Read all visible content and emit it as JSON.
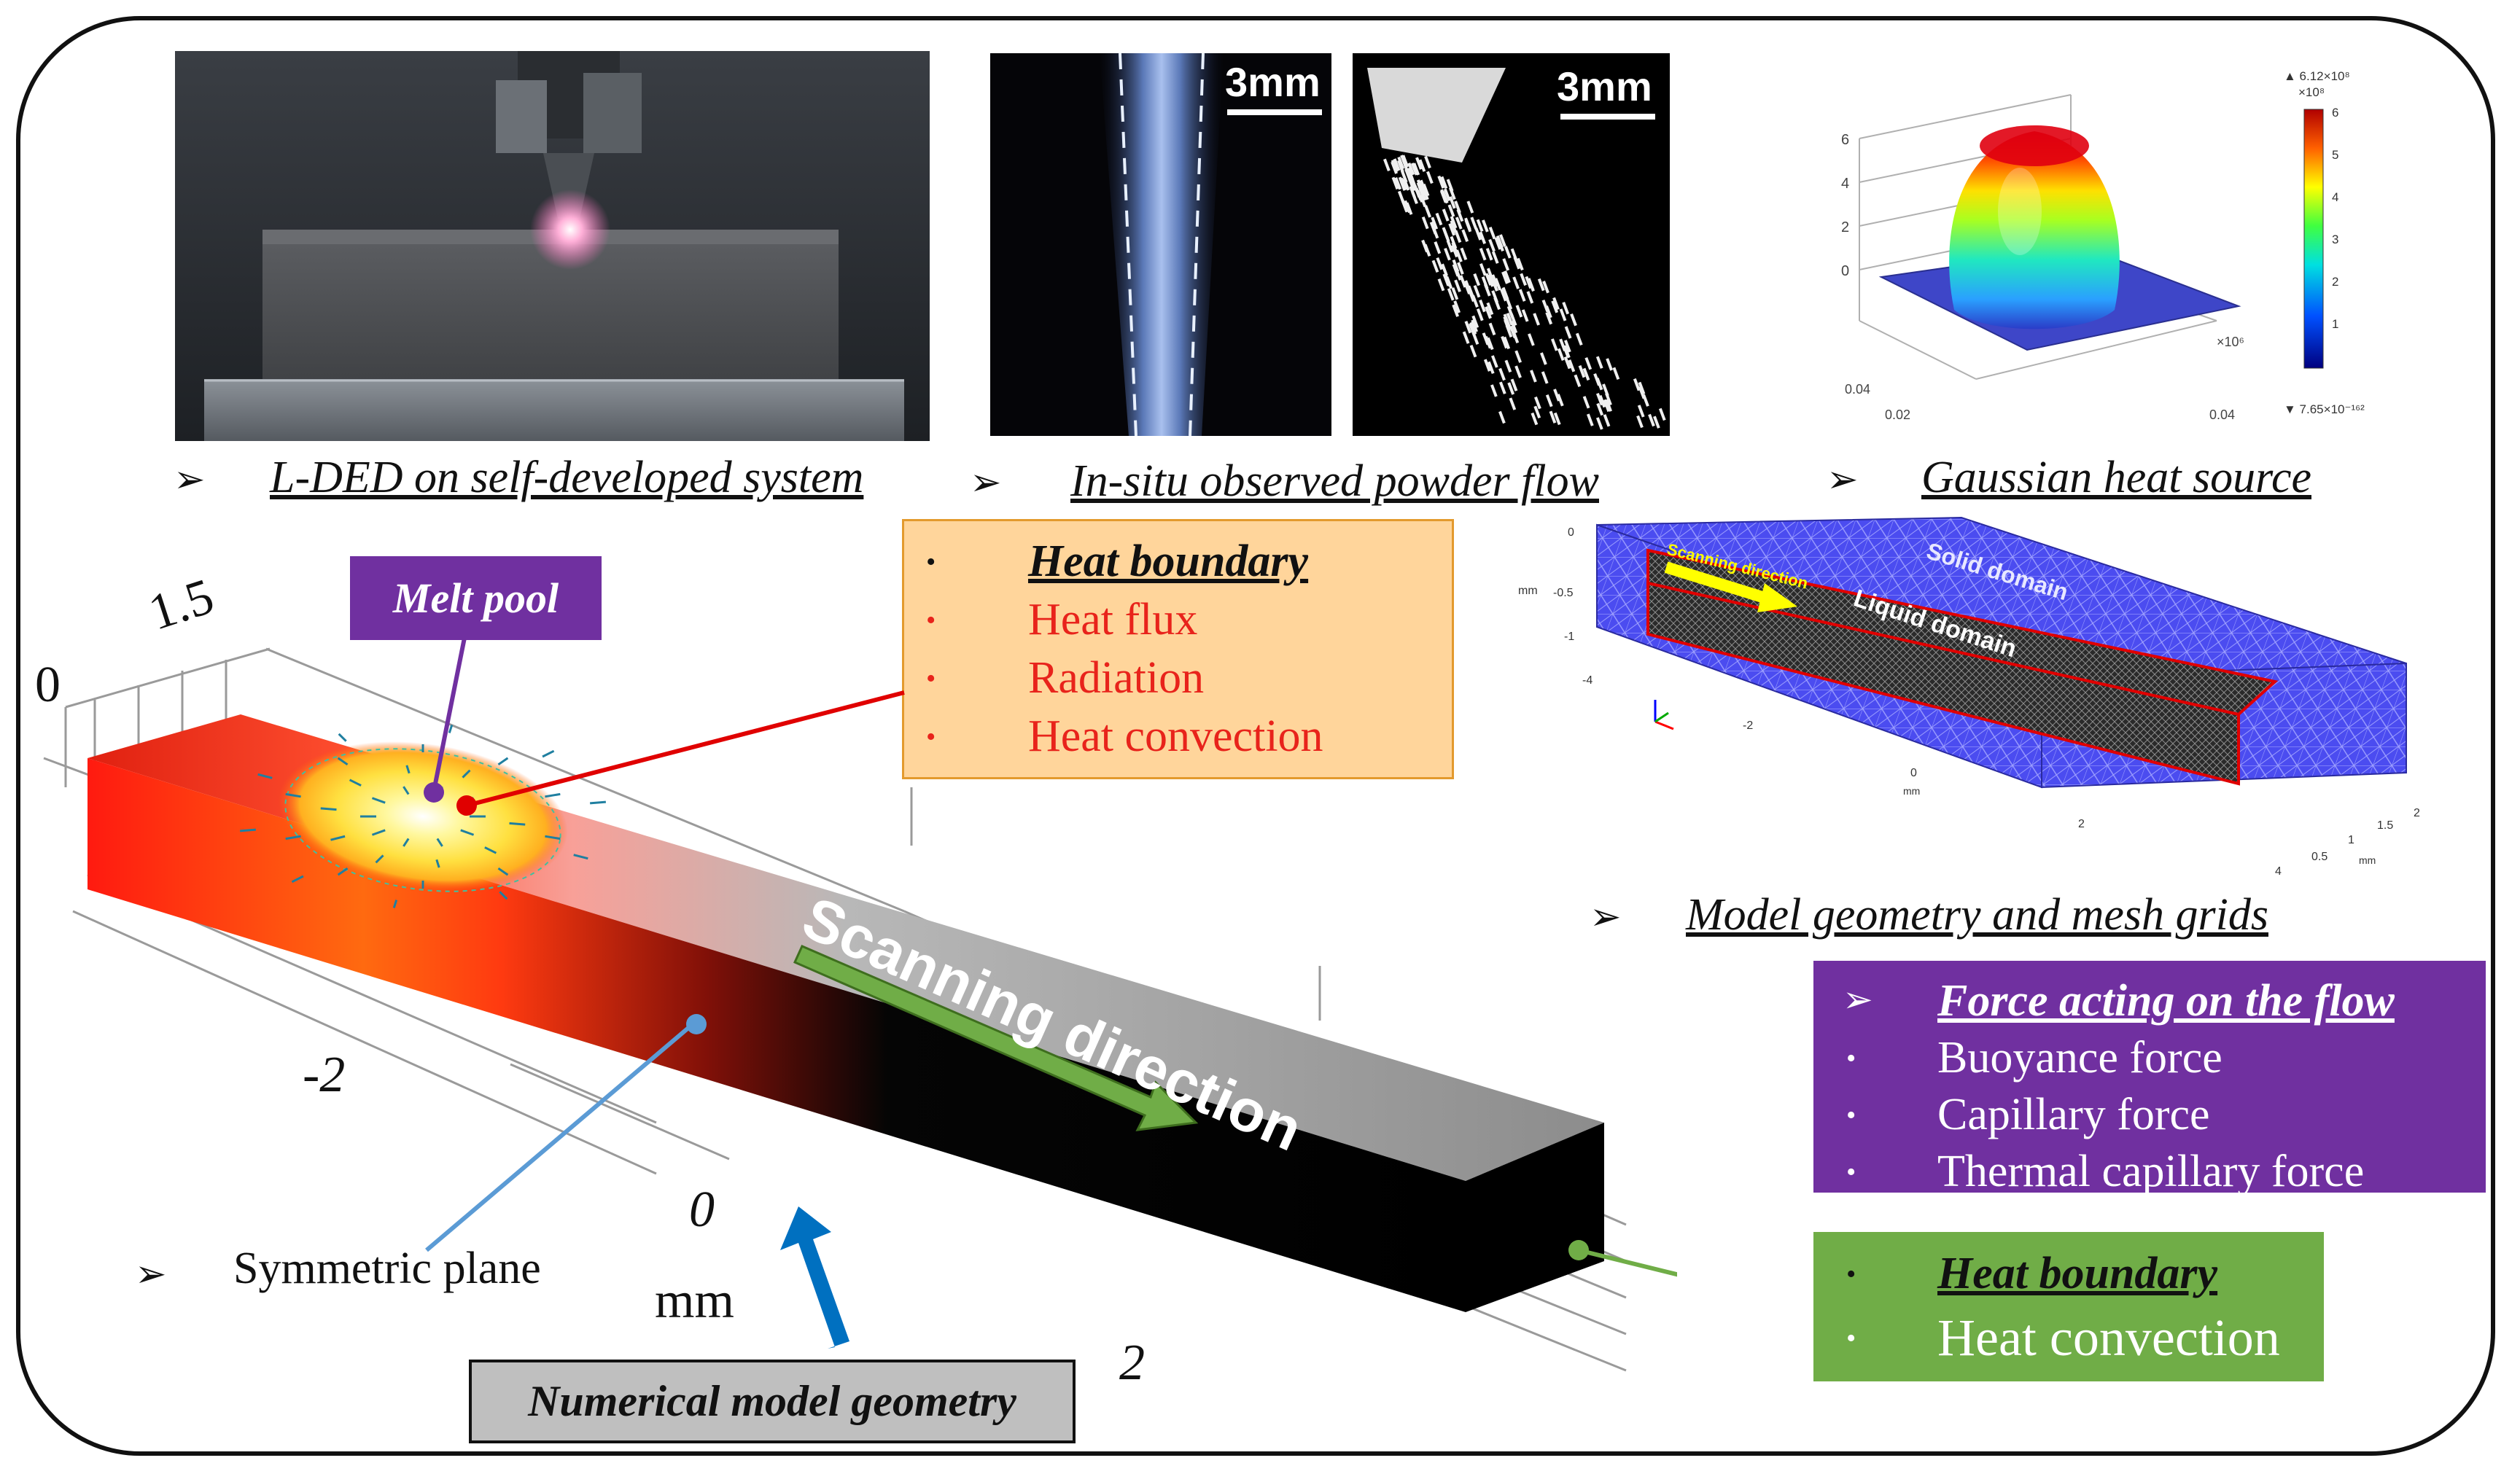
{
  "photos": {
    "ded_caption": "L-DED  on self-developed system",
    "powder_caption": "In-situ observed powder flow",
    "scale_left": "3mm",
    "scale_right": "3mm",
    "gaussian_caption": "Gaussian heat source",
    "gaussian_max": "▲ 6.12×10⁸",
    "gaussian_unit_top": "×10⁸",
    "gaussian_min": "▼ 7.65×10⁻¹⁶²",
    "gaussian_cbar_ticks": [
      "6",
      "5",
      "4",
      "3",
      "2",
      "1"
    ],
    "gaussian_z_ticks": [
      "6",
      "4",
      "2",
      "0"
    ],
    "gaussian_axis_mult": "×10⁶",
    "gaussian_x_ticks": [
      "0.04",
      "0.02",
      "0.04"
    ]
  },
  "mesh": {
    "caption": "Model geometry and mesh grids",
    "scanning": "Scanning direction",
    "solid": "Solid domain",
    "liquid": "Liquid domain",
    "unit_mm": "mm",
    "y_ticks": [
      "0",
      "-0.5",
      "-1"
    ],
    "x_ticks": [
      "-4",
      "-2",
      "0",
      "2",
      "4"
    ],
    "z_ticks": [
      "2",
      "1.5",
      "1",
      "0.5"
    ],
    "axis_mm_bottom": "mm",
    "axis_mm_right": "mm"
  },
  "heat_boundary_top": {
    "title": "Heat boundary",
    "items": [
      "Heat flux",
      "Radiation",
      "Heat convection"
    ]
  },
  "forces": {
    "title": "Force acting on the flow",
    "items": [
      "Buoyance force",
      "Capillary force",
      "Thermal capillary force"
    ]
  },
  "heat_boundary_bottom": {
    "title": "Heat boundary",
    "items": [
      "Heat convection"
    ]
  },
  "model": {
    "melt_pool": "Melt pool",
    "scanning_direction": "Scanning direction",
    "symmetric_plane": "Symmetric plane",
    "geometry_label": "Numerical model geometry",
    "axis_15": "1.5",
    "axis_0_left": "0",
    "axis_m2": "-2",
    "axis_0_bottom": "0",
    "axis_mm": "mm",
    "axis_2": "2"
  },
  "colors": {
    "heat_box_bg": "#FFD59B",
    "heat_box_border": "#E39A2E",
    "heat_text_red": "#E8231B",
    "force_box_bg": "#7030A0",
    "green_box_bg": "#70AD47",
    "melt_tag_bg": "#7030A0",
    "geometry_tag_bg": "#BFBFBF",
    "scan_arrow": "#70AD47",
    "blue_arrow": "#0070C0"
  }
}
